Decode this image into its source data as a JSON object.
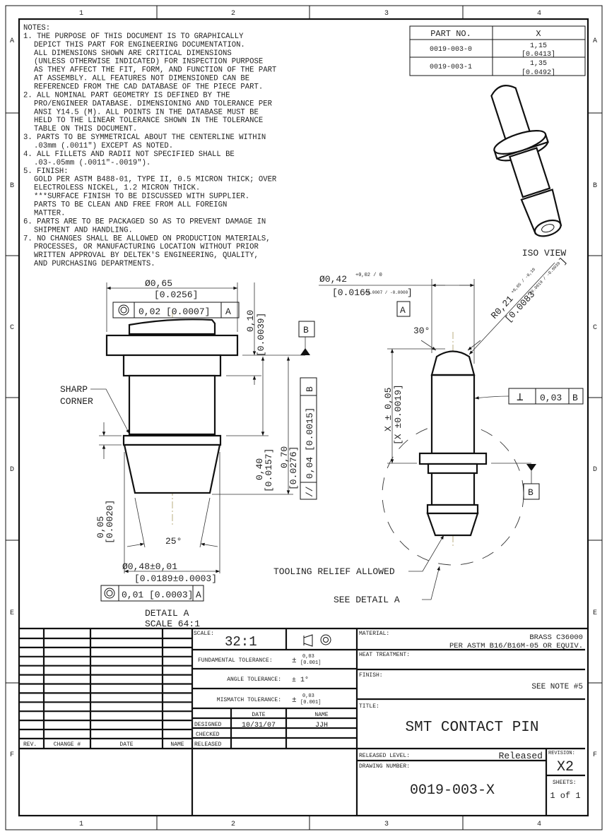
{
  "zones": {
    "columns": [
      "1",
      "2",
      "3",
      "4"
    ],
    "rows": [
      "A",
      "B",
      "C",
      "D",
      "E",
      "F"
    ]
  },
  "notes": {
    "lines": [
      "NOTES:",
      "1. THE PURPOSE OF THIS DOCUMENT IS TO GRAPHICALLY",
      "DEPICT THIS PART FOR ENGINEERING DOCUMENTATION.",
      "ALL DIMENSIONS SHOWN ARE CRITICAL DIMENSIONS",
      "(UNLESS OTHERWISE INDICATED) FOR INSPECTION PURPOSE",
      "AS THEY AFFECT THE FIT, FORM, AND FUNCTION OF THE PART",
      "AT ASSEMBLY. ALL FEATURES NOT DIMENSIONED CAN BE",
      "REFERENCED FROM THE CAD DATABASE OF THE PIECE PART.",
      "2. ALL NOMINAL PART GEOMETRY IS DEFINED BY THE",
      "PRO/ENGINEER DATABASE. DIMENSIONING AND TOLERANCE PER",
      "ANSI Y14.5 (M). ALL POINTS IN THE DATABASE MUST BE",
      "HELD TO THE LINEAR TOLERANCE SHOWN IN THE TOLERANCE",
      "TABLE ON THIS DOCUMENT.",
      "3. PARTS TO BE SYMMETRICAL ABOUT THE CENTERLINE WITHIN",
      ".03mm (.0011\") EXCEPT AS NOTED.",
      "4. ALL FILLETS AND RADII NOT SPECIFIED SHALL BE",
      ".03-.05mm (.0011\"-.0019\").",
      "5. FINISH:",
      "GOLD PER ASTM B488-01, TYPE II, 0.5 MICRON THICK; OVER",
      "ELECTROLESS NICKEL, 1.2 MICRON THICK.",
      "***SURFACE FINISH TO BE DISCUSSED WITH SUPPLIER.",
      "PARTS TO BE CLEAN AND FREE FROM ALL FOREIGN",
      "MATTER.",
      "6. PARTS ARE TO BE PACKAGED SO AS TO PREVENT DAMAGE IN",
      "SHIPMENT AND HANDLING.",
      "7. NO CHANGES SHALL BE ALLOWED ON PRODUCTION MATERIALS,",
      "PROCESSES, OR MANUFACTURING LOCATION WITHOUT PRIOR",
      "WRITTEN APPROVAL BY DELTEK'S ENGINEERING, QUALITY,",
      "AND PURCHASING DEPARTMENTS."
    ]
  },
  "part_table": {
    "headers": [
      "PART NO.",
      "X"
    ],
    "rows": [
      {
        "part": "0019-003-0",
        "x_mm": "1,15",
        "x_in": "[0.0413]"
      },
      {
        "part": "0019-003-1",
        "x_mm": "1,35",
        "x_in": "[0.0492]"
      }
    ]
  },
  "iso_view": {
    "label": "ISO VIEW"
  },
  "detail_a": {
    "dia_top": "Ø0,65",
    "dia_top_in": "[0.0256]",
    "fcf_top": {
      "symbol": "concentricity-icon",
      "value": "0,02 [0.0007]",
      "datum": "A"
    },
    "dim_010": "0,10",
    "dim_010_in": "[0.0039]",
    "datum_b": "B",
    "dim_040": "0,40",
    "dim_040_in": "[0.0157]",
    "dim_070": "0,70",
    "dim_070_in": "[0.0276]",
    "fcf_parallel": {
      "symbol": "//",
      "value": "0,04 [0.0015]",
      "datum": "B"
    },
    "sharp_corner": [
      "SHARP",
      "CORNER"
    ],
    "dim_005": "0,05",
    "dim_005_in": "[0.0020]",
    "angle": "25°",
    "dia_bottom": "Ø0,48±0,01",
    "dia_bottom_in": "[0.0189±0.0003]",
    "fcf_bottom": {
      "symbol": "concentricity-icon",
      "value": "0,01 [0.0003]",
      "datum": "A"
    },
    "title": "DETAIL  A",
    "scale": "SCALE  64:1"
  },
  "main_view": {
    "dia": "Ø0,42",
    "dia_tol": "+0,02 / 0",
    "dia_in": "[0.0165",
    "dia_in_tol": "+0.0007 / -0.0000",
    "dia_in_close": "]",
    "datum_a": "A",
    "angle": "30°",
    "radius": "R0,21",
    "radius_tol": "+0,05 / -0,10",
    "radius_in": "[0.0083",
    "radius_in_tol": "+0.0019 / -0.0039",
    "radius_in_close": "]",
    "x_dim": "X ± 0,05",
    "x_dim_in": "[X ±0.0019]",
    "fcf_perp": {
      "symbol": "⊥",
      "value": "0,03",
      "datum": "B"
    },
    "datum_b": "B",
    "tooling_relief": "TOOLING RELIEF ALLOWED",
    "see_detail": "SEE DETAIL  A"
  },
  "title_block": {
    "rev_headers": [
      "REV.",
      "CHANGE #",
      "DATE",
      "NAME"
    ],
    "scale_label": "SCALE:",
    "scale": "32:1",
    "fundamental_label": "FUNDAMENTAL TOLERANCE:",
    "fundamental_mm": "0,03",
    "fundamental_in": "[0.001]",
    "angle_label": "ANGLE TOLERANCE:",
    "angle_value": "± 1°",
    "mismatch_label": "MISMATCH TOLERANCE:",
    "mismatch_mm": "0,03",
    "mismatch_in": "[0.001]",
    "pm": "±",
    "date_header": "DATE",
    "name_header": "NAME",
    "designed_label": "DESIGNED",
    "designed_date": "10/31/07",
    "designed_name": "JJH",
    "checked_label": "CHECKED",
    "released_label": "RELEASED",
    "material_label": "MATERIAL:",
    "material_1": "BRASS C36000",
    "material_2": "PER ASTM B16/B16M-05 OR EQUIV.",
    "heat_label": "HEAT TREATMENT:",
    "finish_label": "FINISH:",
    "finish_value": "SEE NOTE #5",
    "title_label": "TITLE:",
    "title": "SMT CONTACT PIN",
    "released_level_label": "RELEASED LEVEL:",
    "released_level": "Released",
    "revision_label": "REVISION:",
    "revision": "X2",
    "drawing_number_label": "DRAWING NUMBER:",
    "drawing_number": "0019-003-X",
    "sheets_label": "SHEETS:",
    "sheets": "1 of 1"
  }
}
